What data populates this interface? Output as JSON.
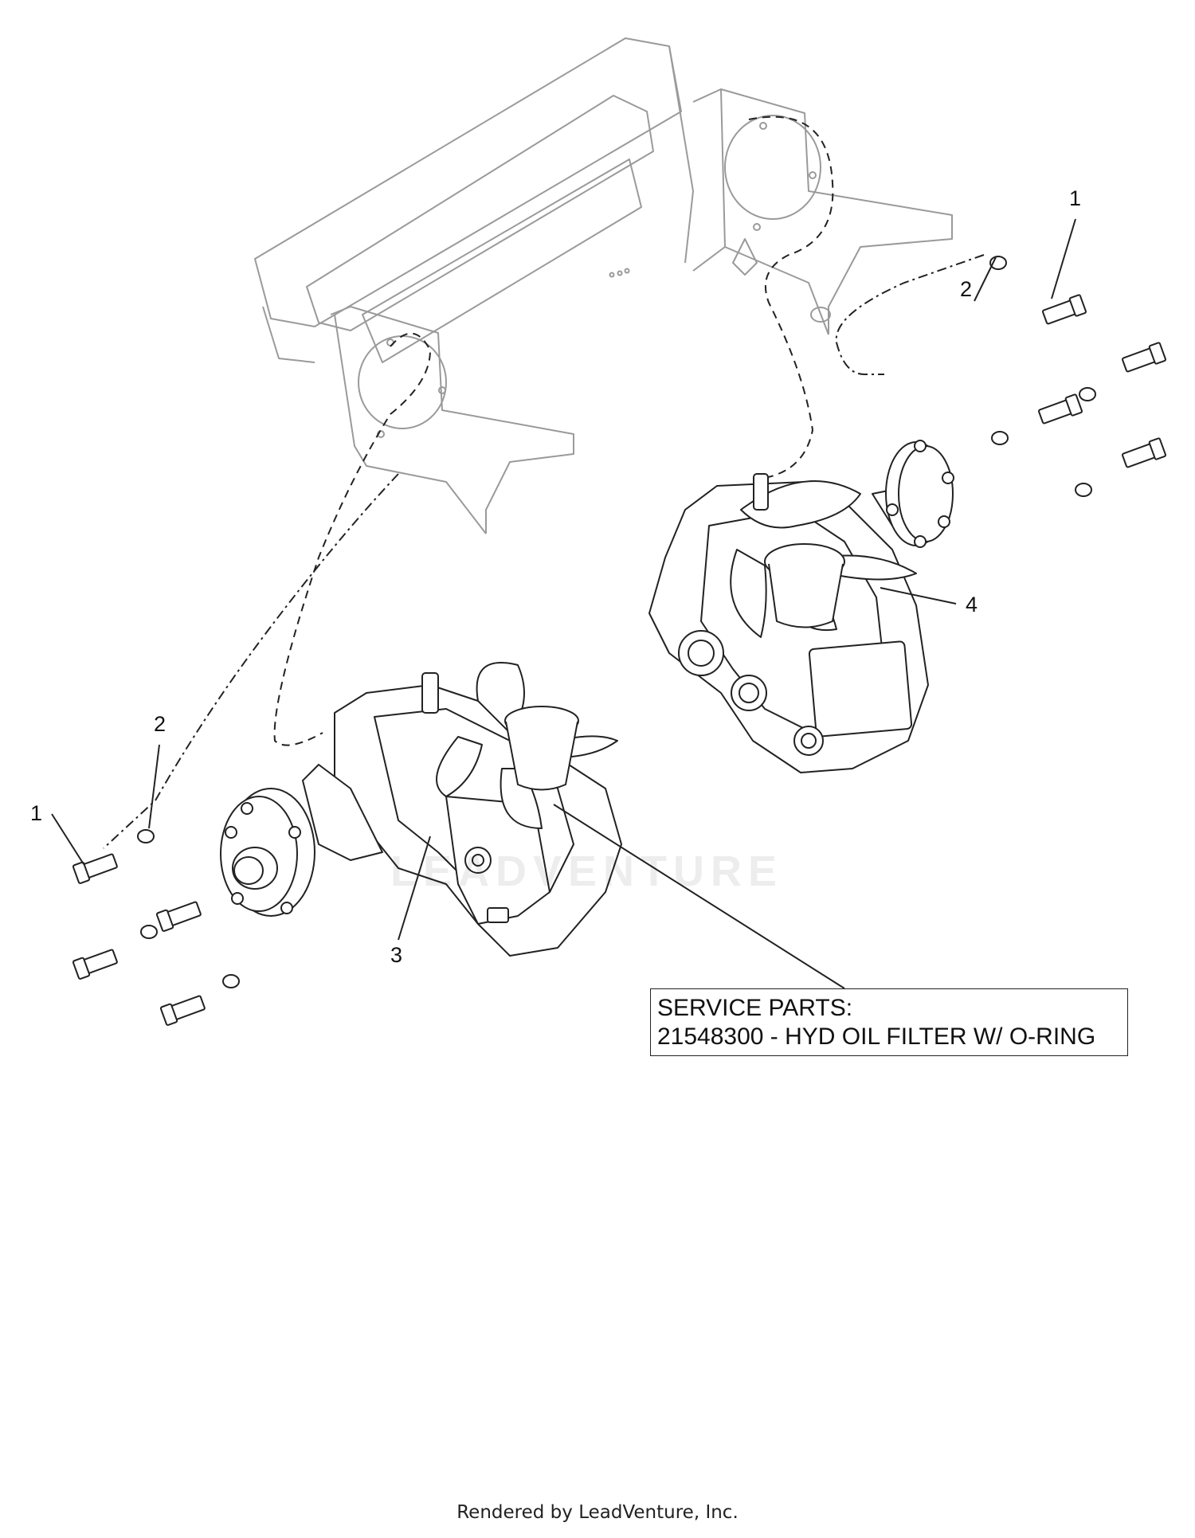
{
  "diagram": {
    "callouts": [
      {
        "id": "1-right",
        "label": "1"
      },
      {
        "id": "2-right",
        "label": "2"
      },
      {
        "id": "4",
        "label": "4"
      },
      {
        "id": "2-left",
        "label": "2"
      },
      {
        "id": "1-left",
        "label": "1"
      },
      {
        "id": "3",
        "label": "3"
      }
    ],
    "service_parts": {
      "line1": "SERVICE PARTS:",
      "line2": "21548300 - HYD OIL FILTER W/ O-RING"
    },
    "watermark": "LEADVENTURE",
    "footer": "Rendered by LeadVenture, Inc."
  },
  "colors": {
    "line": "#222222",
    "frame": "#9a9a9a",
    "background": "#ffffff"
  }
}
